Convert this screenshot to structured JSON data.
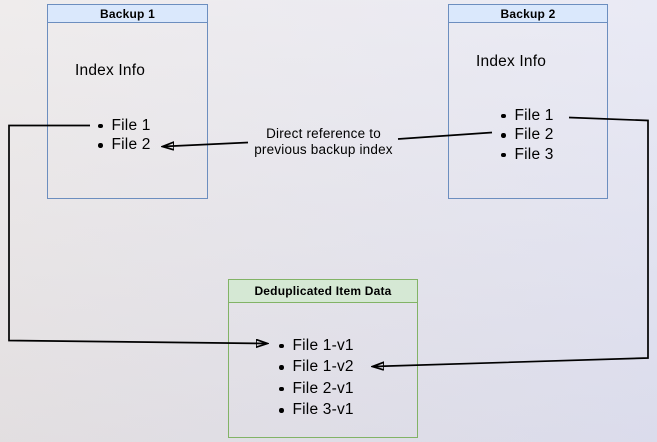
{
  "palette": {
    "blue_header_fill": "#dae8fc",
    "blue_border": "#6c8ebf",
    "green_header_fill": "#d5e8d4",
    "green_border": "#82b366",
    "connector": "#000000",
    "background_left": "#e9e5e5",
    "background_right": "#e1e2f1"
  },
  "backup1": {
    "title": "Backup 1",
    "subtitle": "Index Info",
    "items": [
      "File 1",
      "File 2"
    ]
  },
  "backup2": {
    "title": "Backup 2",
    "subtitle": "Index Info",
    "items": [
      "File 1",
      "File 2",
      "File 3"
    ]
  },
  "dedup": {
    "title": "Deduplicated Item Data",
    "items": [
      "File 1-v1",
      "File 1-v2",
      "File 2-v1",
      "File 3-v1"
    ]
  },
  "annotation": {
    "line1": "Direct reference to",
    "line2": "previous backup index"
  }
}
